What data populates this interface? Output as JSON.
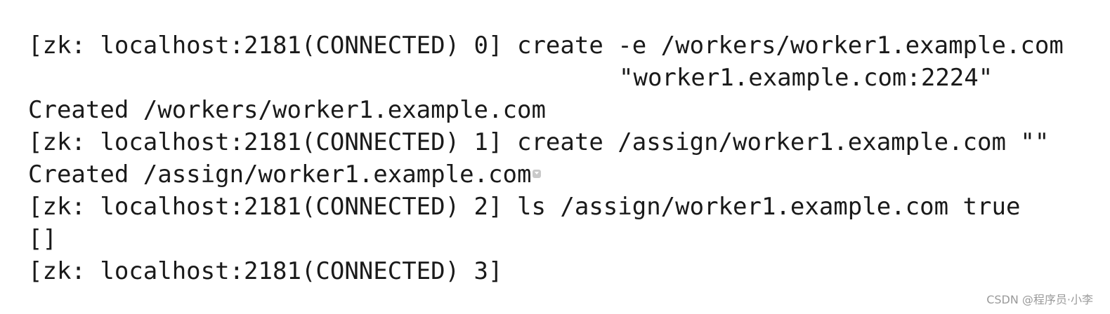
{
  "terminal": {
    "lines": [
      "[zk: localhost:2181(CONNECTED) 0] create -e /workers/worker1.example.com",
      "\"worker1.example.com:2224\"",
      "Created /workers/worker1.example.com",
      "[zk: localhost:2181(CONNECTED) 1] create /assign/worker1.example.com \"\"",
      "Created /assign/worker1.example.com",
      "[zk: localhost:2181(CONNECTED) 2] ls /assign/worker1.example.com true",
      "[]",
      "[zk: localhost:2181(CONNECTED) 3]"
    ]
  },
  "watermark": "CSDN @程序员·小李",
  "colors": {
    "text": "#1a1a1a",
    "background": "#ffffff",
    "watermark": "#9a9a9a"
  },
  "icons": {
    "inline_marker": "small-dropdown-marker-icon"
  }
}
